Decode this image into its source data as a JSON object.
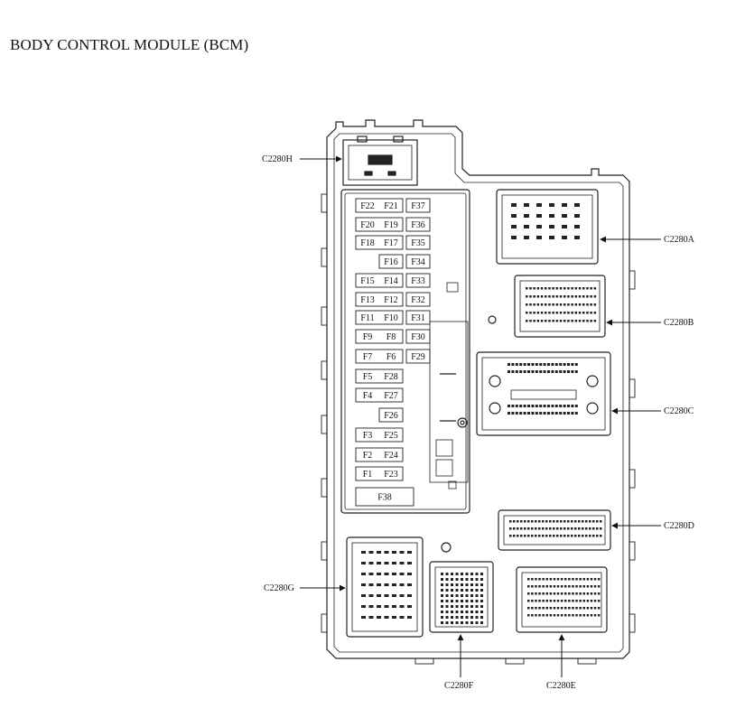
{
  "title": "BODY CONTROL MODULE (BCM)",
  "connectors": [
    {
      "id": "C2280H",
      "label": "C2280H"
    },
    {
      "id": "C2280A",
      "label": "C2280A"
    },
    {
      "id": "C2280B",
      "label": "C2280B"
    },
    {
      "id": "C2280C",
      "label": "C2280C"
    },
    {
      "id": "C2280D",
      "label": "C2280D"
    },
    {
      "id": "C2280G",
      "label": "C2280G"
    },
    {
      "id": "C2280F",
      "label": "C2280F"
    },
    {
      "id": "C2280E",
      "label": "C2280E"
    }
  ],
  "fuses": [
    {
      "label": "F22"
    },
    {
      "label": "F21"
    },
    {
      "label": "F37"
    },
    {
      "label": "F20"
    },
    {
      "label": "F19"
    },
    {
      "label": "F36"
    },
    {
      "label": "F18"
    },
    {
      "label": "F17"
    },
    {
      "label": "F35"
    },
    {
      "label": "F16"
    },
    {
      "label": "F34"
    },
    {
      "label": "F15"
    },
    {
      "label": "F14"
    },
    {
      "label": "F33"
    },
    {
      "label": "F13"
    },
    {
      "label": "F12"
    },
    {
      "label": "F32"
    },
    {
      "label": "F11"
    },
    {
      "label": "F10"
    },
    {
      "label": "F31"
    },
    {
      "label": "F9"
    },
    {
      "label": "F8"
    },
    {
      "label": "F30"
    },
    {
      "label": "F7"
    },
    {
      "label": "F6"
    },
    {
      "label": "F29"
    },
    {
      "label": "F5"
    },
    {
      "label": "F28"
    },
    {
      "label": "F4"
    },
    {
      "label": "F27"
    },
    {
      "label": "F26"
    },
    {
      "label": "F3"
    },
    {
      "label": "F25"
    },
    {
      "label": "F2"
    },
    {
      "label": "F24"
    },
    {
      "label": "F1"
    },
    {
      "label": "F23"
    },
    {
      "label": "F38"
    }
  ]
}
